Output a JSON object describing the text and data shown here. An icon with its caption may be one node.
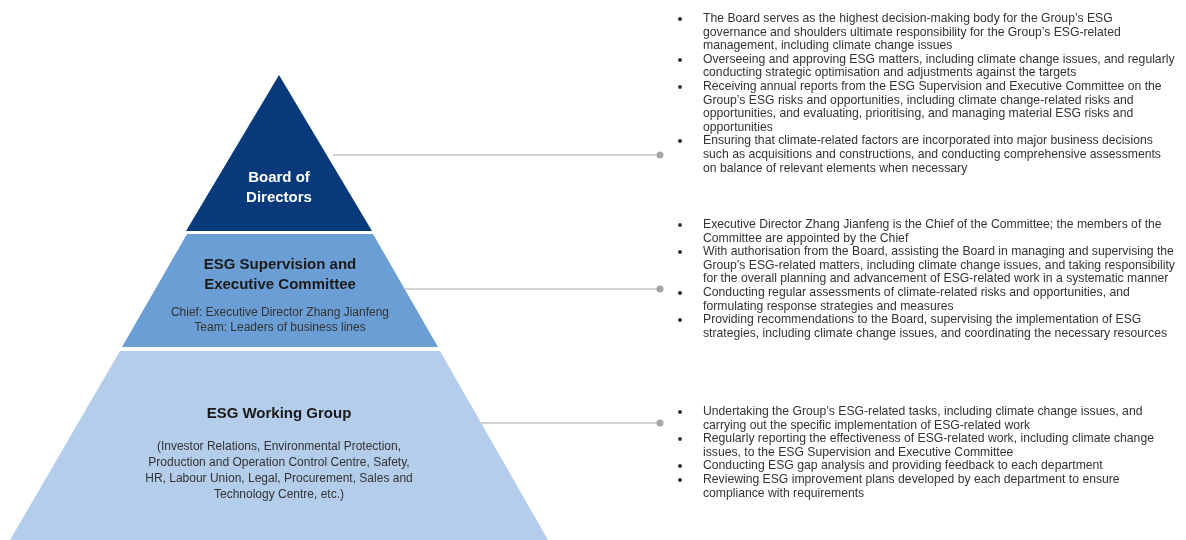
{
  "diagram": {
    "nodes": [
      {
        "text": [
          "Board of Directors"
        ]
      },
      {
        "text": [
          "ESG Supervision and Executive Committee",
          "Chief: Executive Director Zhang Jianfeng",
          "Team: Leaders of business lines"
        ]
      },
      {
        "text": [
          "ESG Working Group",
          "(Investor Relations, Environmental Protection, Production and Operation Control Centre, Safety, HR, Labour Union, Legal, Procurement, Sales and Technology Centre, etc.)"
        ]
      },
      {
        "text": [
          "The Board serves as the highest decision-making body for the Group’s ESG governance and shoulders ultimate responsibility for the Group’s ESG-related management, including climate change issues",
          "Overseeing and approving ESG matters, including climate change issues, and regularly conducting strategic optimisation and adjustments against the targets",
          "Receiving annual reports from the ESG Supervision and Executive Committee on the Group’s ESG risks and opportunities, including climate change-related risks and opportunities, and evaluating, prioritising, and managing material ESG risks and opportunities",
          "Ensuring that climate-related factors are incorporated into major business decisions such as acquisitions and constructions, and conducting comprehensive assessments on balance of relevant elements when necessary"
        ]
      },
      {
        "text": [
          "Executive Director Zhang Jianfeng is the Chief of the Committee; the members of the Committee are appointed by the Chief",
          "With authorisation from the Board, assisting the Board in managing and supervising the Group’s ESG-related matters, including climate change issues, and taking responsibility for the overall planning and advancement of ESG-related work in a systematic manner",
          "Conducting regular assessments of climate-related risks and opportunities, and formulating response strategies and measures",
          "Providing recommendations to the Board, supervising the implementation of ESG strategies, including climate change issues, and coordinating the necessary resources"
        ]
      },
      {
        "text": [
          "Undertaking the Group’s ESG-related tasks, including climate change issues, and carrying out the specific implementation of ESG-related work",
          "Regularly reporting the effectiveness of ESG-related work, including climate change issues, to the ESG Supervision and Executive Committee",
          "Conducting ESG gap analysis and providing feedback to each department",
          "Reviewing ESG improvement plans developed by each department to ensure compliance with requirements"
        ]
      }
    ],
    "edges": [
      {
        "from": 0,
        "to": 3,
        "arrow": "other"
      },
      {
        "from": 1,
        "to": 4,
        "arrow": "other"
      },
      {
        "from": 2,
        "to": 5,
        "arrow": "other"
      }
    ]
  }
}
